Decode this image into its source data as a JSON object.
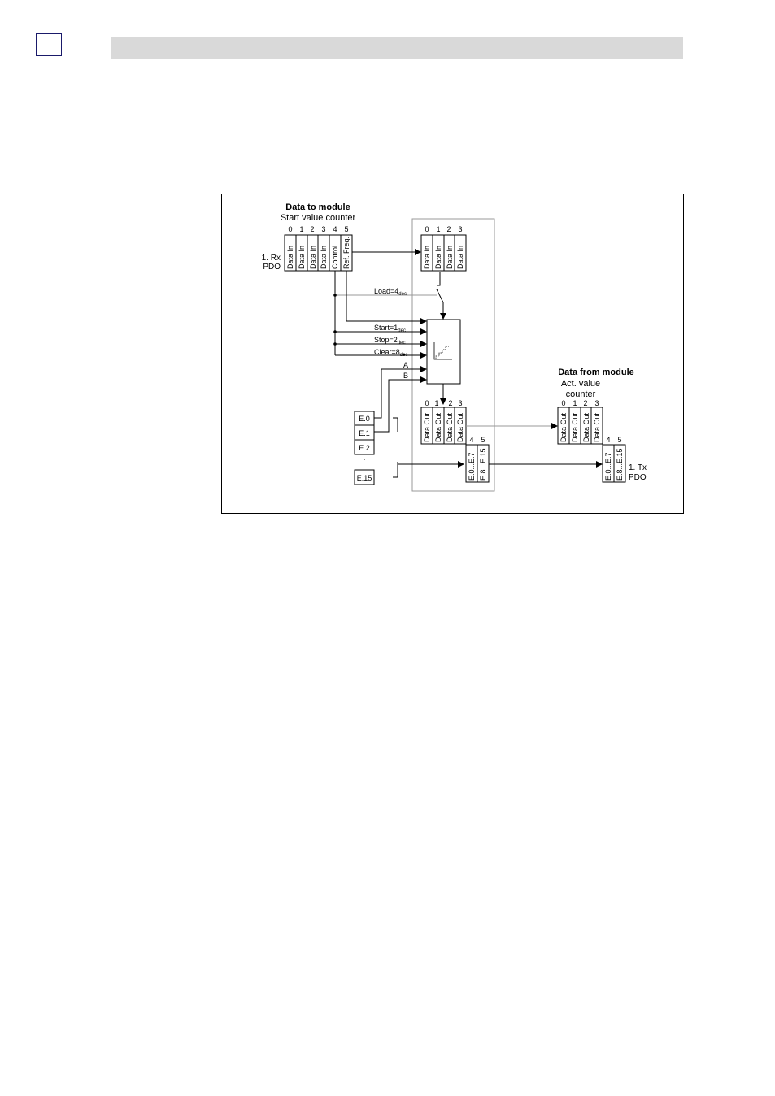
{
  "page": {
    "header_bar_color": "#d9d9d9",
    "corner_box_color": "#1a1a6a"
  },
  "diagram": {
    "left_group": {
      "title": "Data to module",
      "subtitle": "Start value counter",
      "pdo_label_line1": "1. Rx",
      "pdo_label_line2": "PDO",
      "byte_indices": [
        "0",
        "1",
        "2",
        "3",
        "4",
        "5"
      ],
      "cells": [
        "Data In",
        "Data In",
        "Data In",
        "Data In",
        "Control",
        "Ref. Freq."
      ]
    },
    "module_in": {
      "byte_indices": [
        "0",
        "1",
        "2",
        "3"
      ],
      "cells": [
        "Data In",
        "Data In",
        "Data In",
        "Data In"
      ]
    },
    "signals": {
      "load": "Load=4",
      "load_sub": "dec",
      "start": "Start=1",
      "start_sub": "dec",
      "stop": "Stop=2",
      "stop_sub": "dec",
      "clear": "Clear=8",
      "clear_sub": "dec",
      "a": "A",
      "b": "B"
    },
    "inputs": {
      "items": [
        "E.0",
        "E.1",
        "E.2",
        "E.15"
      ],
      "ellipsis": ":"
    },
    "module_out": {
      "byte_indices": [
        "0",
        "1",
        "2",
        "3"
      ],
      "cells": [
        "Data Out",
        "Data Out",
        "Data Out",
        "Data Out"
      ],
      "extra_indices": [
        "4",
        "5"
      ],
      "extra_cells": [
        "E.0...E.7",
        "E.8...E.15"
      ]
    },
    "right_group": {
      "title": "Data from module",
      "subtitle_line1": "Act. value",
      "subtitle_line2": "counter",
      "pdo_label_line1": "1. Tx",
      "pdo_label_line2": "PDO",
      "byte_indices": [
        "0",
        "1",
        "2",
        "3"
      ],
      "cells": [
        "Data Out",
        "Data Out",
        "Data Out",
        "Data Out"
      ],
      "extra_indices": [
        "4",
        "5"
      ],
      "extra_cells": [
        "E.0...E.7",
        "E.8...E.15"
      ]
    }
  }
}
